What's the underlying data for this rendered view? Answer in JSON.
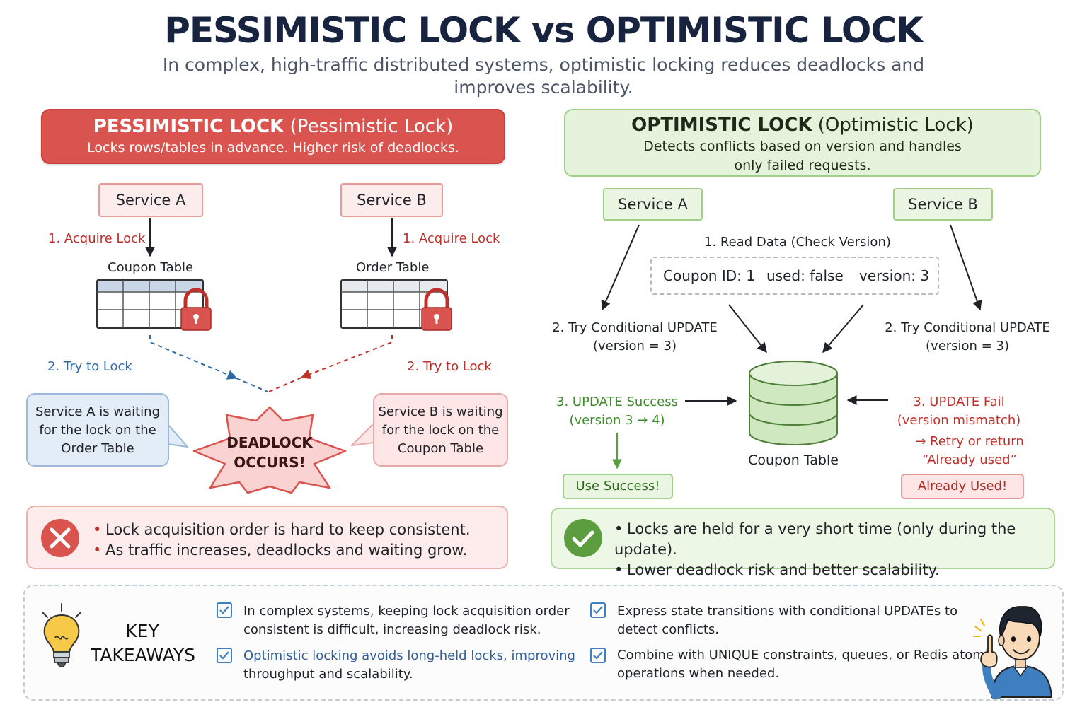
{
  "title": "PESSIMISTIC LOCK vs OPTIMISTIC LOCK",
  "subtitle": "In complex, high-traffic distributed systems, optimistic locking reduces deadlocks and improves scalability.",
  "colors": {
    "red": "#d9534f",
    "green": "#5c9e3f",
    "blue": "#2e6aa8",
    "navy": "#17233f"
  },
  "pessimistic": {
    "header_bold": "PESSIMISTIC LOCK",
    "header_rest": " (Pessimistic Lock)",
    "header_desc": "Locks rows/tables in advance. Higher risk of deadlocks.",
    "service_a": "Service A",
    "service_b": "Service B",
    "acquire_a": "1. Acquire Lock",
    "acquire_b": "1. Acquire Lock",
    "table_a": "Coupon Table",
    "table_b": "Order Table",
    "try_a": "2. Try to Lock",
    "try_b": "2. Try to Lock",
    "bubble_a": "Service A is waiting for the lock on the Order Table",
    "bubble_b": "Service B is waiting for the lock on the Coupon Table",
    "deadlock_line1": "DEADLOCK",
    "deadlock_line2": "OCCURS!",
    "cons": [
      "Lock acquisition order is hard to keep consistent.",
      "As traffic increases, deadlocks and waiting grow."
    ],
    "icons": {
      "lock": "padlock-icon",
      "status": "x-circle-icon"
    }
  },
  "optimistic": {
    "header_bold": "OPTIMISTIC LOCK",
    "header_rest": " (Optimistic Lock)",
    "header_desc_line1": "Detects conflicts based on version and handles",
    "header_desc_line2": "only failed requests.",
    "service_a": "Service A",
    "service_b": "Service B",
    "read_label": "1. Read Data (Check Version)",
    "record": {
      "id": "Coupon ID: 1",
      "used": "used: false",
      "version": "version: 3"
    },
    "try_a_line1": "2. Try Conditional UPDATE",
    "try_a_line2": "(version = 3)",
    "try_b_line1": "2. Try Conditional UPDATE",
    "try_b_line2": "(version = 3)",
    "success_line1": "3. UPDATE Success",
    "success_line2": "(version 3 → 4)",
    "fail_line1": "3. UPDATE Fail",
    "fail_line2": "(version mismatch)",
    "retry_line1": "→ Retry or return",
    "retry_line2": "“Already used”",
    "db_label": "Coupon Table",
    "success_result": "Use Success!",
    "fail_result": "Already Used!",
    "pros": [
      "Locks are held for a very short time (only during the update).",
      "Lower deadlock risk and better scalability."
    ],
    "icons": {
      "database": "database-icon",
      "status": "check-circle-icon"
    }
  },
  "takeaways": {
    "heading_line1": "KEY",
    "heading_line2": "TAKEAWAYS",
    "items": [
      {
        "line1": "In complex systems, keeping lock acquisition order",
        "line2": "consistent is difficult, increasing deadlock risk."
      },
      {
        "line1": "Optimistic locking avoids long-held locks, improving",
        "line2": "throughput and scalability."
      },
      {
        "line1": "Express state transitions with conditional UPDATEs to",
        "line2": "detect conflicts."
      },
      {
        "line1": "Combine with UNIQUE constraints, queues, or Redis atomic",
        "line2": "operations when needed."
      }
    ],
    "icons": {
      "idea": "lightbulb-icon",
      "person": "person-pointing-icon",
      "check": "checkbox-icon"
    }
  }
}
